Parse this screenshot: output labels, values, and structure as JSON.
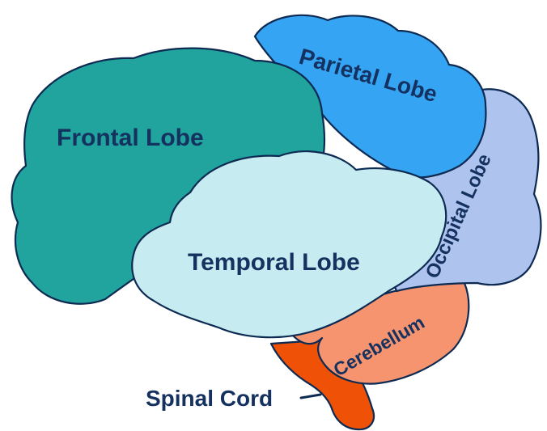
{
  "labels": {
    "frontal": "Frontal Lobe",
    "parietal": "Parietal Lobe",
    "occipital": "Occipital Lobe",
    "temporal": "Temporal Lobe",
    "cerebellum": "Cerebellum",
    "spinal_cord": "Spinal Cord"
  },
  "colors": {
    "frontal": "#21a39e",
    "parietal": "#35a4f3",
    "occipital": "#aec3ee",
    "temporal": "#c6ebf0",
    "cerebellum": "#f6946f",
    "spinal_cord": "#ef5206",
    "outline": "#0d2a52",
    "text": "#14315f"
  }
}
